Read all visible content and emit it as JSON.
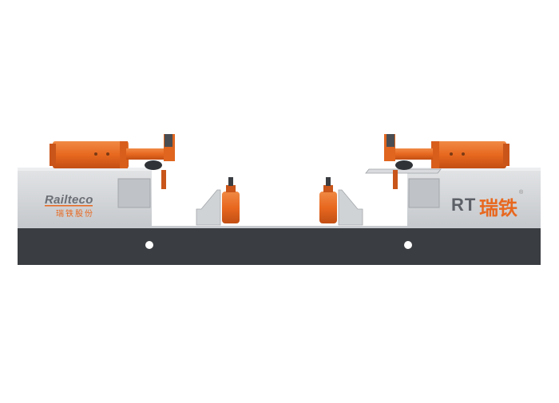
{
  "branding": {
    "left_logo_text": "Railteco",
    "left_logo_subtext": "瑞铁股份",
    "right_logo_text": "RT",
    "right_logo_chinese": "瑞铁",
    "right_logo_mark": "®"
  },
  "colors": {
    "background": "#ffffff",
    "base_dark": "#3a3d41",
    "steel_light": "#d4d6d9",
    "steel_mid": "#b9bcc0",
    "accent_orange": "#e8681f",
    "orange_shade": "#c9551a"
  }
}
